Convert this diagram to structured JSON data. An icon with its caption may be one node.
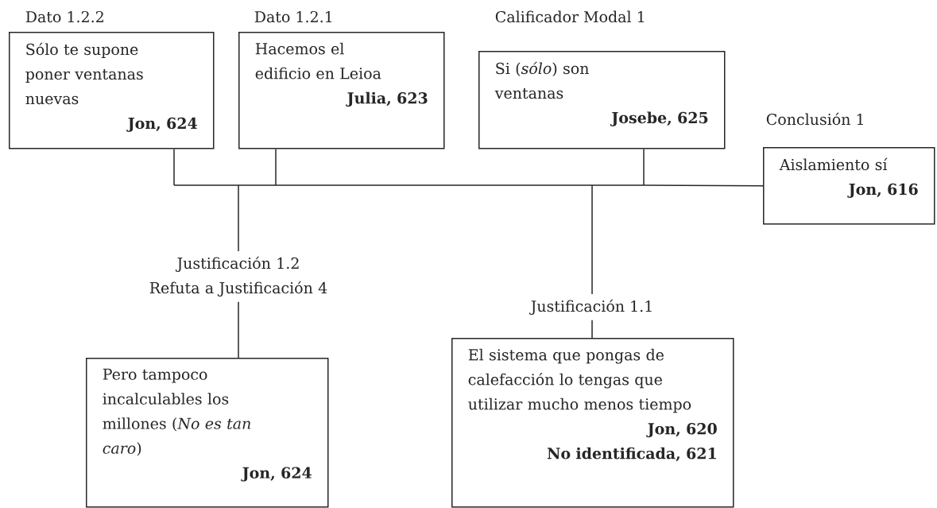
{
  "diagram": {
    "nodes": [
      {
        "text": [
          "Dato 1.2.2",
          "Sólo te supone poner ventanas nuevas",
          "Jon, 624"
        ]
      },
      {
        "text": [
          "Dato 1.2.1",
          "Hacemos el edificio en Leioa",
          "Julia, 623"
        ]
      },
      {
        "text": [
          "Calificador Modal 1",
          "Si (*sólo*) son ventanas",
          "Josebe, 625"
        ]
      },
      {
        "text": [
          "Conclusión 1",
          "Aislamiento sí",
          "Jon, 616"
        ]
      },
      {
        "text": [
          "Justificación 1.2 Refuta a Justificación 4",
          "Pero tampoco incalculables los millones (*No es tan caro*)",
          "Jon, 624"
        ]
      },
      {
        "text": [
          "Justificación 1.1",
          "El sistema que pongas de calefacción lo tengas que utilizar mucho menos tiempo",
          "Jon, 620",
          "No identificada, 621"
        ]
      }
    ],
    "edges": [
      {
        "from": 0,
        "to": 3,
        "arrow": "none"
      },
      {
        "from": 1,
        "to": 3,
        "arrow": "none"
      },
      {
        "from": 2,
        "to": 3,
        "arrow": "none"
      },
      {
        "from": 4,
        "to": 3,
        "arrow": "none"
      },
      {
        "from": 5,
        "to": 3,
        "arrow": "none"
      }
    ]
  }
}
